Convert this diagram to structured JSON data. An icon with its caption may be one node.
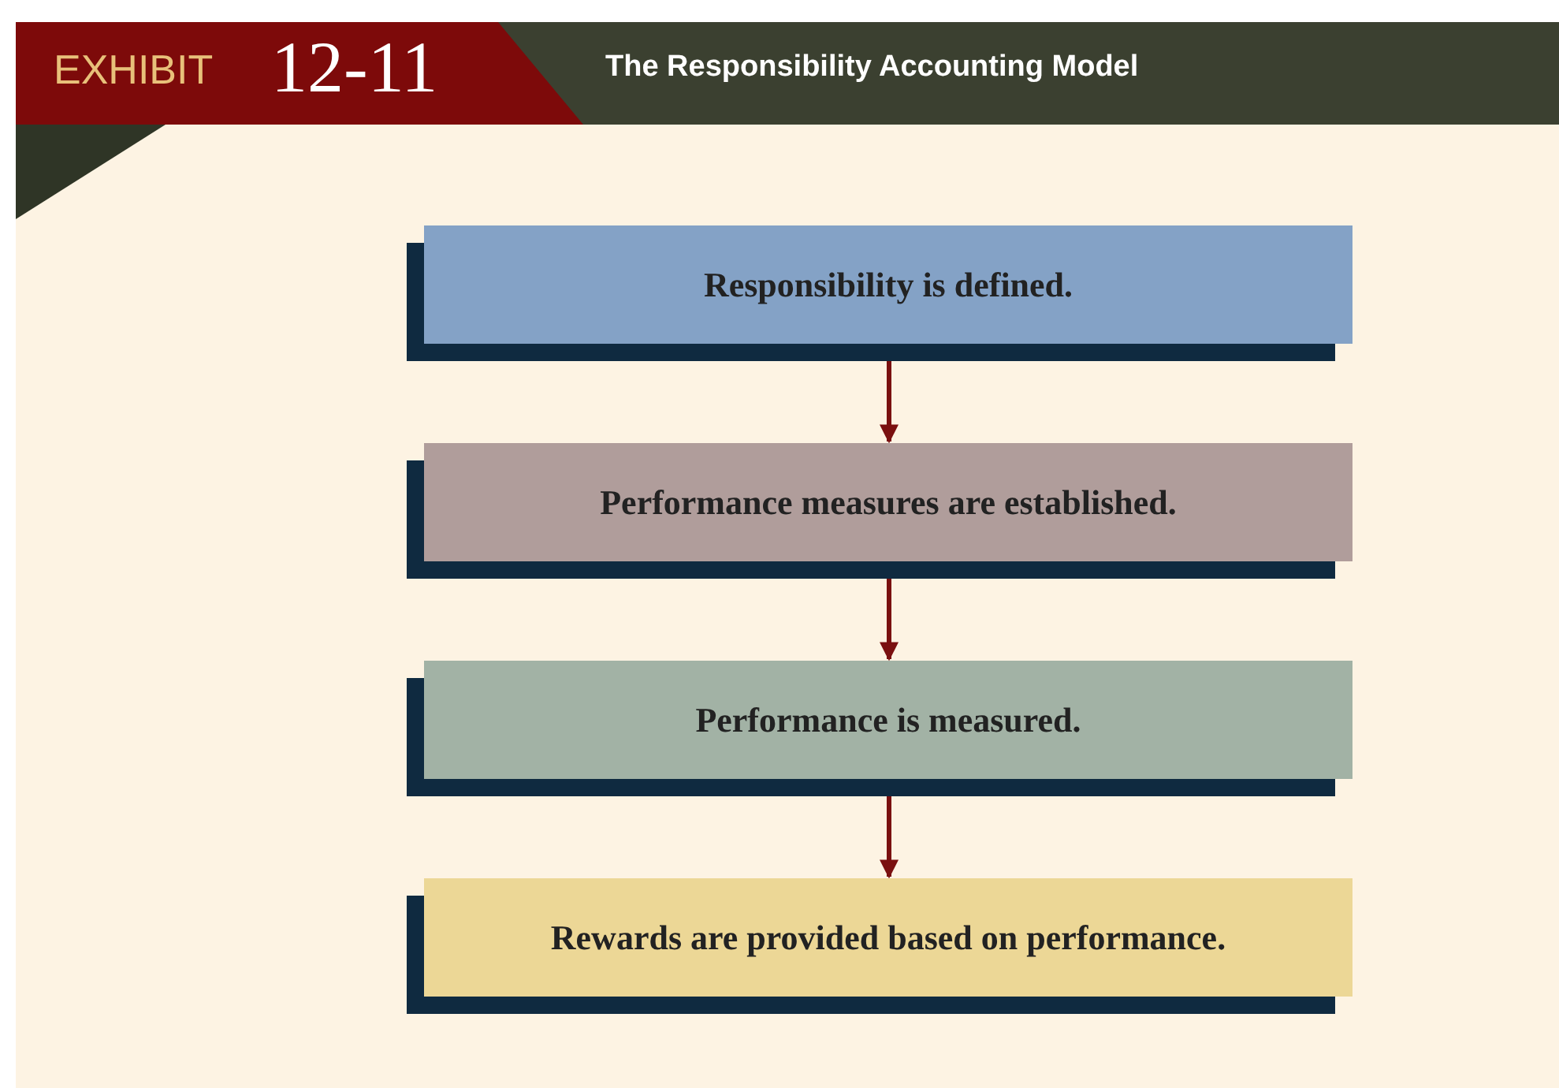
{
  "diagram": {
    "title": "The Responsibility Accounting Model",
    "nodes": [
      {
        "text": [
          "Responsibility is defined."
        ]
      },
      {
        "text": [
          "Performance measures are established."
        ]
      },
      {
        "text": [
          "Performance is measured."
        ]
      },
      {
        "text": [
          "Rewards are provided based on performance."
        ]
      }
    ],
    "edges": [
      {
        "from": 0,
        "to": 1,
        "arrow": "to"
      },
      {
        "from": 1,
        "to": 2,
        "arrow": "to"
      },
      {
        "from": 2,
        "to": 3,
        "arrow": "to"
      }
    ],
    "labels": [
      "EXHIBIT",
      "12-11"
    ]
  }
}
